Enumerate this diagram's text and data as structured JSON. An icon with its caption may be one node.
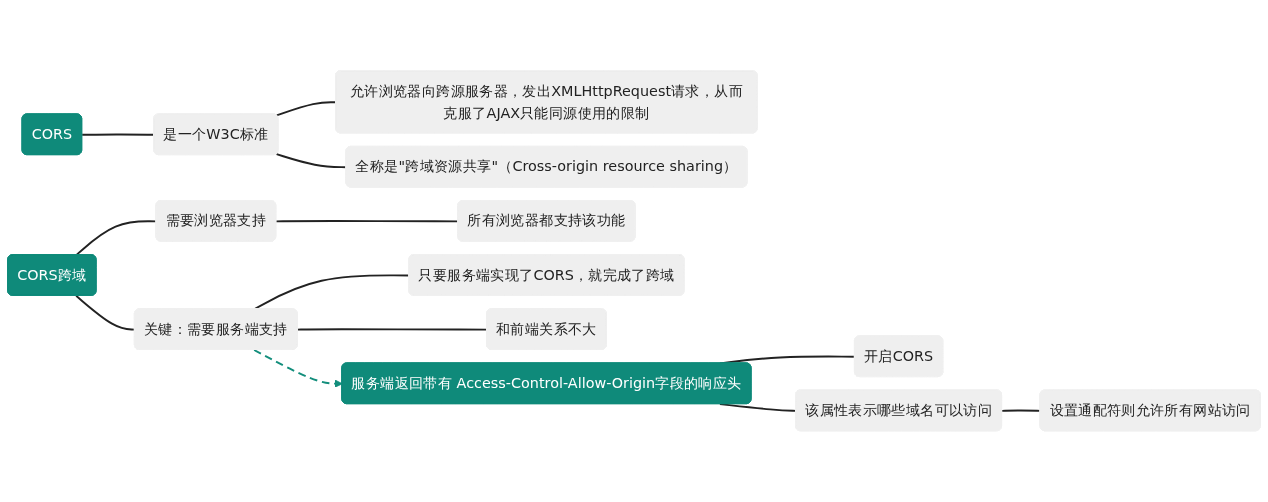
{
  "diagram": {
    "nodes": [
      {
        "text": [
          "CORS"
        ]
      },
      {
        "text": [
          "是一个W3C标准"
        ]
      },
      {
        "text": [
          "允许浏览器向跨源服务器，发出XMLHttpRequest请求，从而克服了AJAX只能同源使用的限制"
        ]
      },
      {
        "text": [
          "全称是\"跨域资源共享\"（Cross-origin resource sharing）"
        ]
      },
      {
        "text": [
          "CORS跨域"
        ]
      },
      {
        "text": [
          "需要浏览器支持"
        ]
      },
      {
        "text": [
          "所有浏览器都支持该功能"
        ]
      },
      {
        "text": [
          "关键：需要服务端支持"
        ]
      },
      {
        "text": [
          "只要服务端实现了CORS，就完成了跨域"
        ]
      },
      {
        "text": [
          "和前端关系不大"
        ]
      },
      {
        "text": [
          "服务端返回带有 Access-Control-Allow-Origin字段的响应头"
        ]
      },
      {
        "text": [
          "开启CORS"
        ]
      },
      {
        "text": [
          "该属性表示哪些域名可以访问"
        ]
      },
      {
        "text": [
          "设置通配符则允许所有网站访问"
        ]
      }
    ],
    "edges": [
      {
        "from": 0,
        "to": 1,
        "arrow": "none"
      },
      {
        "from": 1,
        "to": 2,
        "arrow": "none"
      },
      {
        "from": 1,
        "to": 3,
        "arrow": "none"
      },
      {
        "from": 4,
        "to": 5,
        "arrow": "none"
      },
      {
        "from": 4,
        "to": 7,
        "arrow": "none"
      },
      {
        "from": 5,
        "to": 6,
        "arrow": "none"
      },
      {
        "from": 7,
        "to": 8,
        "arrow": "none"
      },
      {
        "from": 7,
        "to": 9,
        "arrow": "none"
      },
      {
        "from": 7,
        "to": 10,
        "arrow": "to",
        "style": "dashed",
        "color": "#138e7c"
      },
      {
        "from": 10,
        "to": 11,
        "arrow": "none"
      },
      {
        "from": 10,
        "to": 12,
        "arrow": "none"
      },
      {
        "from": 12,
        "to": 13,
        "arrow": "none"
      }
    ]
  }
}
